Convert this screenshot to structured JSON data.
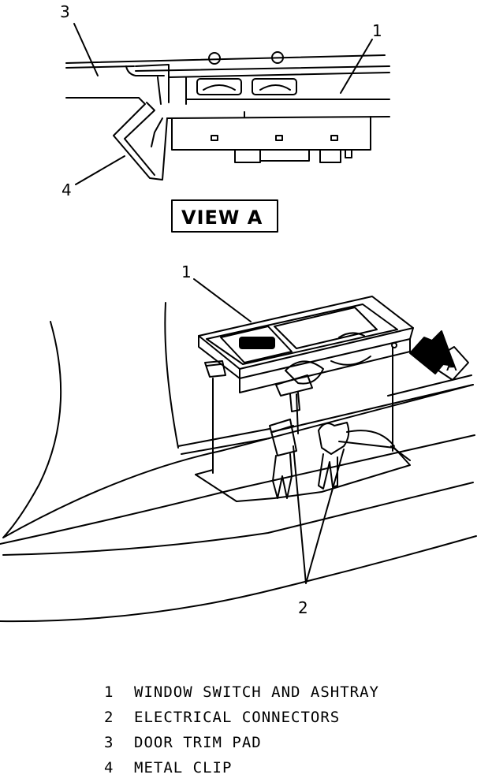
{
  "view_label": "VIEW A",
  "arrow_label": "A",
  "callouts": {
    "top_trim_pad": "3",
    "top_switch": "1",
    "top_clip": "4",
    "bottom_switch": "1",
    "bottom_connectors": "2"
  },
  "legend": [
    {
      "num": "1",
      "text": "WINDOW SWITCH AND ASHTRAY"
    },
    {
      "num": "2",
      "text": "ELECTRICAL CONNECTORS"
    },
    {
      "num": "3",
      "text": "DOOR TRIM PAD"
    },
    {
      "num": "4",
      "text": "METAL CLIP"
    }
  ]
}
